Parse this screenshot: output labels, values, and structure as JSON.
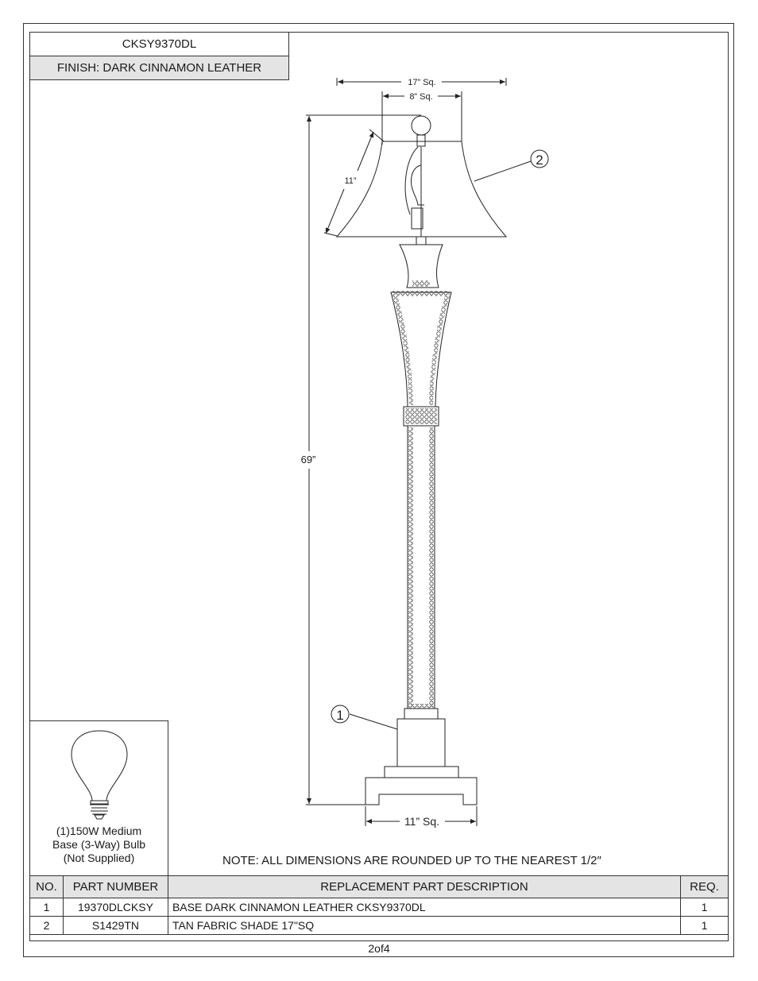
{
  "header": {
    "model": "CKSY9370DL",
    "finish": "FINISH: DARK CINNAMON LEATHER"
  },
  "dimensions": {
    "shade_top": "17” Sq.",
    "shade_bottom_inner": "8” Sq.",
    "shade_slant": "11”",
    "height": "69”",
    "base": "11” Sq."
  },
  "callouts": {
    "base": "1",
    "shade": "2"
  },
  "bulb": {
    "line1": "(1)150W Medium",
    "line2": "Base (3-Way) Bulb",
    "line3": "(Not Supplied)"
  },
  "note": "NOTE:  ALL DIMENSIONS ARE ROUNDED UP TO THE NEAREST  1/2″",
  "parts_table": {
    "headers": {
      "no": "NO.",
      "part_number": "PART NUMBER",
      "description": "REPLACEMENT PART DESCRIPTION",
      "req": "REQ."
    },
    "rows": [
      {
        "no": "1",
        "part_number": "19370DLCKSY",
        "description": "BASE DARK CINNAMON LEATHER CKSY9370DL",
        "req": "1"
      },
      {
        "no": "2",
        "part_number": "S1429TN",
        "description": "TAN FABRIC SHADE 17\"SQ",
        "req": "1"
      }
    ]
  },
  "page": "2of4"
}
